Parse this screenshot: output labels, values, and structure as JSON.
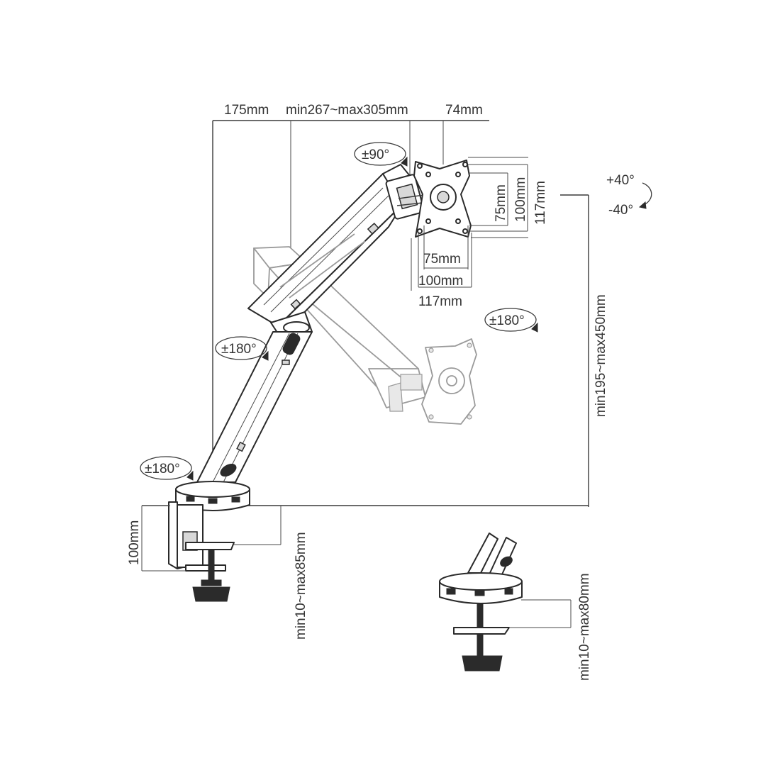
{
  "dimensions": {
    "arm_segment_1": "175mm",
    "arm_segment_2": "min267~max305mm",
    "head_depth": "74mm",
    "height_range": "min195~max450mm",
    "clamp_height": "100mm",
    "clamp_thickness": "min10~max85mm",
    "grommet_thickness": "min10~max80mm"
  },
  "vesa": {
    "h_small": "75mm",
    "h_medium": "100mm",
    "h_large": "117mm",
    "v_small": "75mm",
    "v_medium": "100mm",
    "v_large": "117mm"
  },
  "rotations": {
    "head_swivel": "±90°",
    "tilt_up": "+40°",
    "tilt_down": "-40°",
    "pan_right": "±180°",
    "elbow": "±180°",
    "base": "±180°"
  }
}
